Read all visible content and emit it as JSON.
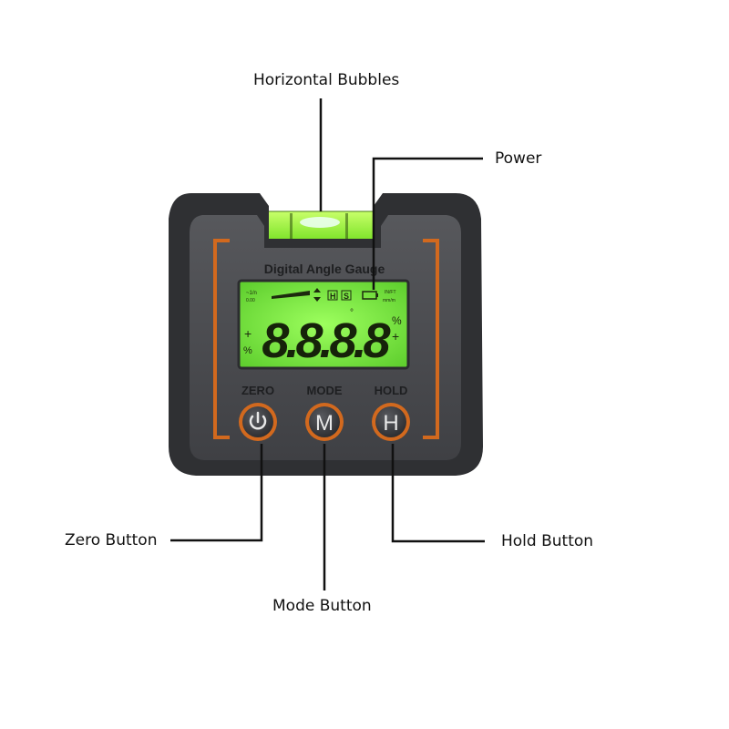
{
  "callouts": {
    "horizontal_bubbles": "Horizontal Bubbles",
    "power": "Power",
    "zero_button": "Zero Button",
    "mode_button": "Mode Button",
    "hold_button": "Hold Button"
  },
  "device": {
    "title": "Digital Angle Gauge",
    "display": {
      "digits": "8.8.8.8",
      "indicators": {
        "hold": "H",
        "slope": "S",
        "percent": "%",
        "plus": "+",
        "degree": "°"
      }
    },
    "buttons": [
      {
        "label": "ZERO",
        "icon_name": "power-icon"
      },
      {
        "label": "MODE",
        "glyph": "M"
      },
      {
        "label": "HOLD",
        "glyph": "H"
      }
    ]
  },
  "colors": {
    "body": "#4a4b4f",
    "rubber": "#303134",
    "accent_orange": "#d2691e",
    "lcd_green": "#7fe84a",
    "bubble_green": "#9aff3a"
  }
}
